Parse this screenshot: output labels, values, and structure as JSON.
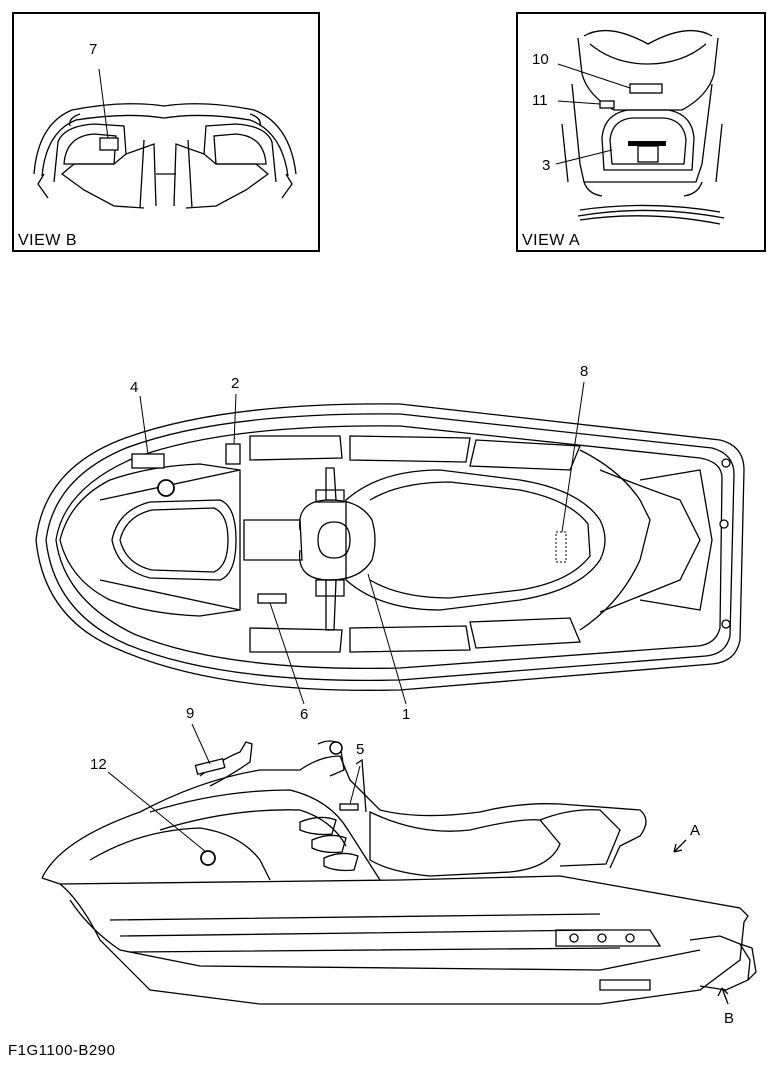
{
  "views": {
    "view_b": {
      "label": "VIEW B",
      "callouts": [
        "7"
      ]
    },
    "view_a": {
      "label": "VIEW A",
      "callouts": [
        "10",
        "11",
        "3"
      ]
    }
  },
  "top_view": {
    "callouts": [
      "4",
      "2",
      "8",
      "6",
      "1"
    ]
  },
  "side_view": {
    "callouts": [
      "9",
      "12",
      "5"
    ],
    "direction_a": "A",
    "direction_b": "B"
  },
  "figure_code": "F1G1100-B290"
}
